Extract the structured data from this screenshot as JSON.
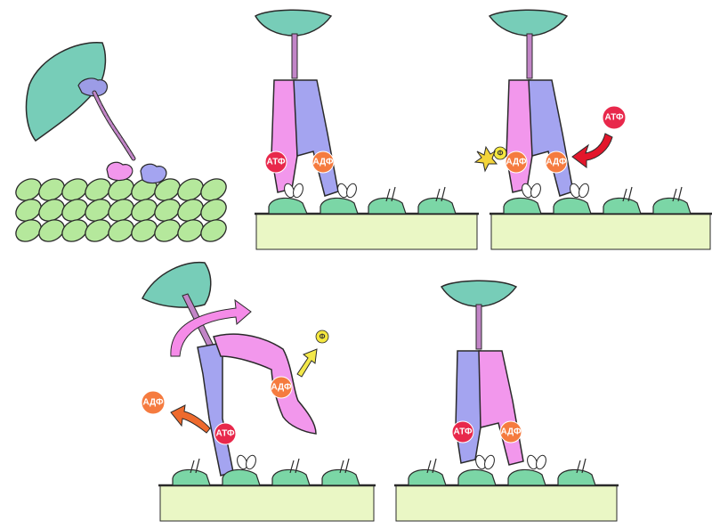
{
  "labels": {
    "atp": "АТФ",
    "adp": "АДФ",
    "phosphate": "Ф"
  },
  "colors": {
    "head": "#77cdb8",
    "leg_pink": "#f297ec",
    "leg_blue": "#a4a4f0",
    "foot_green": "#7bd6a6",
    "tubule_green": "#b5e89c",
    "track": "#eaf7c5",
    "atp_red": "#e8284b",
    "adp_orange": "#f57b3f",
    "phosphate_yellow": "#f5e840",
    "arrow_red": "#e3162b",
    "arrow_orange": "#ee6a2d",
    "arrow_yellow": "#f3e84a",
    "arrow_pink": "#f58be8"
  }
}
